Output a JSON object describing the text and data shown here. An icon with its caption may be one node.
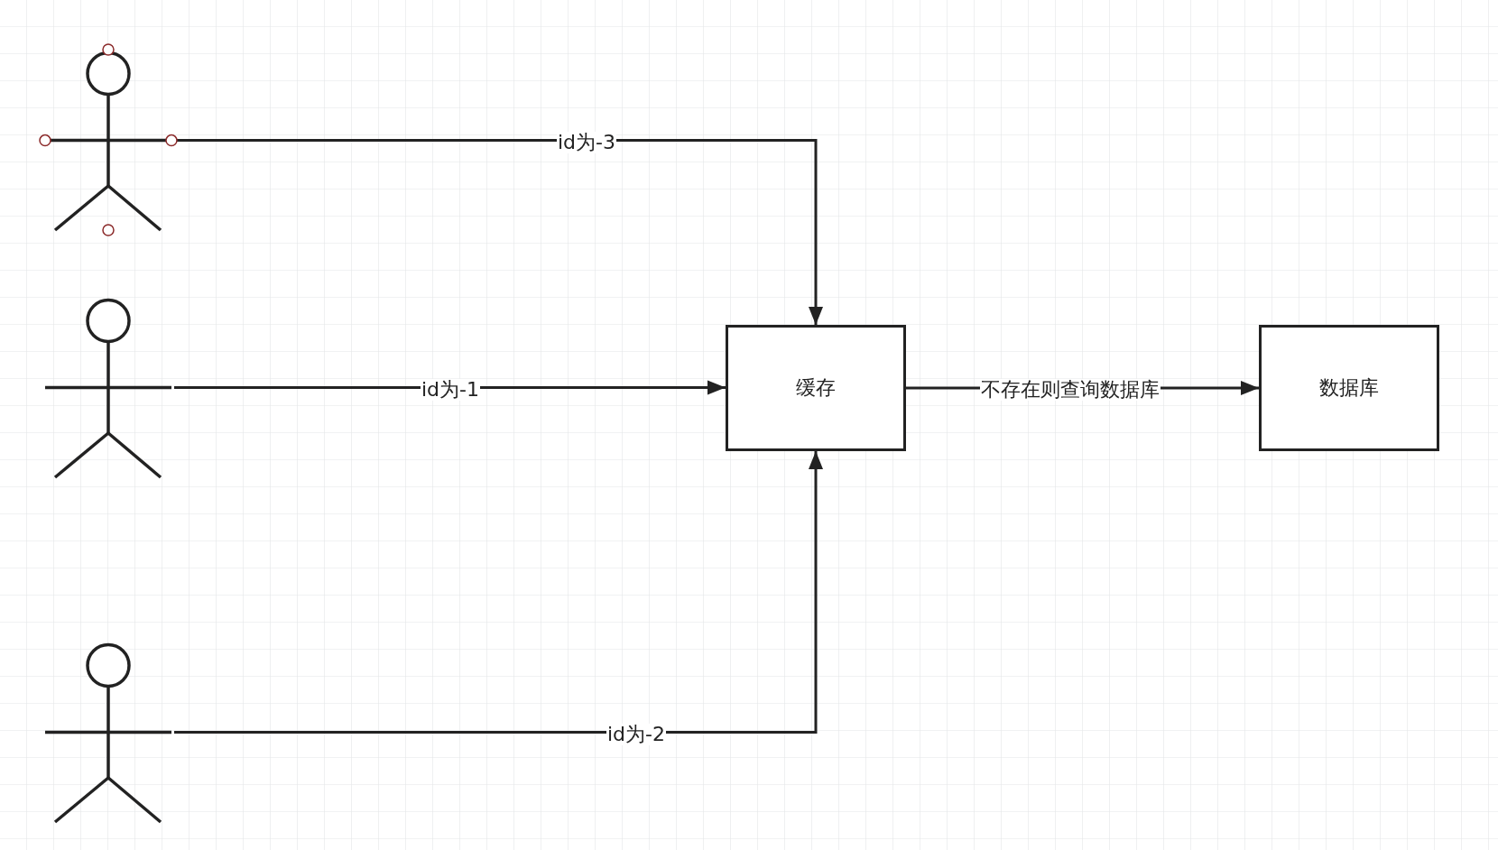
{
  "diagram": {
    "nodes": [
      {
        "text": [],
        "shape": "person"
      },
      {
        "text": [],
        "shape": "person"
      },
      {
        "text": [],
        "shape": "person"
      },
      {
        "text": [
          "缓存"
        ]
      },
      {
        "text": [
          "数据库"
        ]
      }
    ],
    "edges": [
      {
        "from": 0,
        "to": 3,
        "arrow": "to",
        "label": "id为-3"
      },
      {
        "from": 1,
        "to": 3,
        "arrow": "to",
        "label": "id为-1"
      },
      {
        "from": 2,
        "to": 3,
        "arrow": "to",
        "label": "id为-2"
      },
      {
        "from": 3,
        "to": 4,
        "arrow": "to",
        "label": "不存在则查询数据库"
      }
    ]
  }
}
